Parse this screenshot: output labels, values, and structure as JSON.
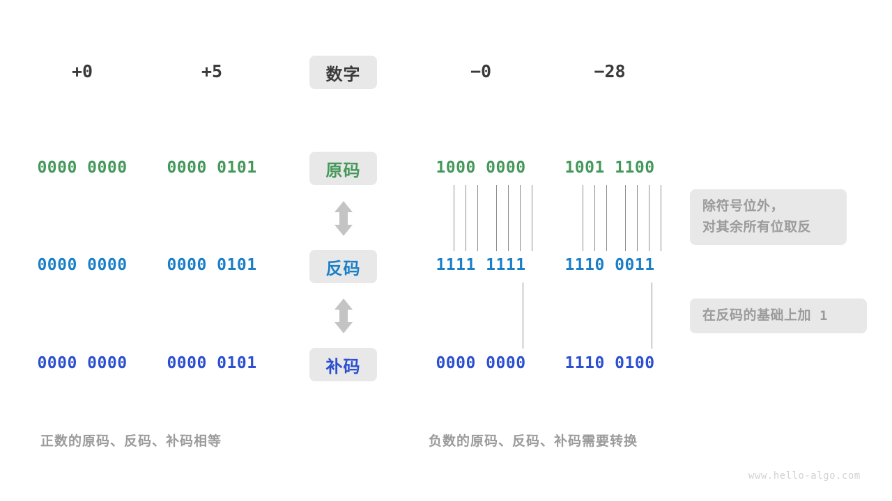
{
  "figure": {
    "watermark": "www.hello-algo.com",
    "accent_green": "#45985a",
    "accent_blue": "#1a7fc8",
    "accent_indigo": "#2b4fd0",
    "badge_bg": "#e8e8e8",
    "line_color": "#8c8c8c",
    "arrow_color": "#c4c4c4"
  },
  "header": {
    "label": "数字",
    "columns": [
      {
        "value": "+0"
      },
      {
        "value": "+5"
      },
      {
        "value": "−0"
      },
      {
        "value": "−28"
      }
    ]
  },
  "rows": [
    {
      "label": "原码",
      "color_name": "green",
      "values": [
        "0000 0000",
        "0000 0101",
        "1000 0000",
        "1001 1100"
      ]
    },
    {
      "label": "反码",
      "color_name": "blue",
      "values": [
        "0000 0000",
        "0000 0101",
        "1111 1111",
        "1110 0011"
      ]
    },
    {
      "label": "补码",
      "color_name": "indigo",
      "values": [
        "0000 0000",
        "0000 0101",
        "0000 0000",
        "1110 0100"
      ]
    }
  ],
  "notes": [
    {
      "line1": "除符号位外，",
      "line2": "对其余所有位取反"
    },
    {
      "line1": "在反码的基础上加",
      "line2": "1"
    }
  ],
  "captions": {
    "left": "正数的原码、反码、补码相等",
    "right": "负数的原码、反码、补码需要转换"
  }
}
